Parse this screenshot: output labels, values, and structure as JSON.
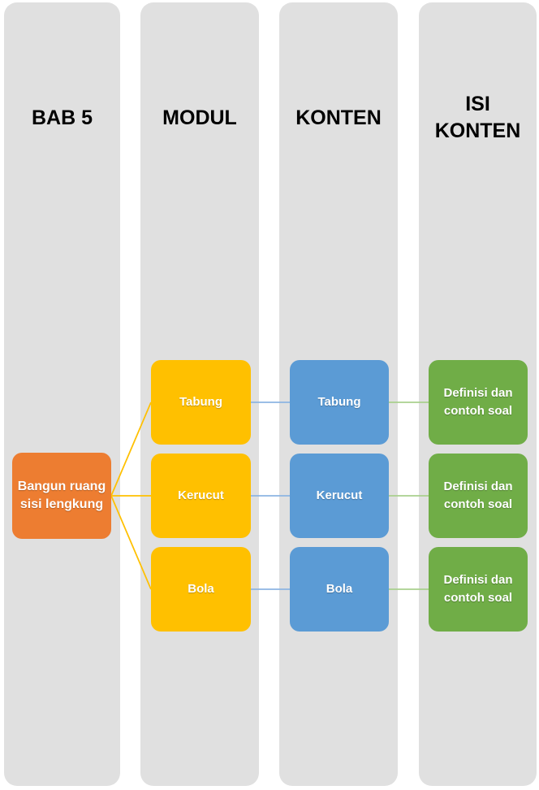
{
  "columns": [
    {
      "id": "bab5",
      "header": "BAB 5",
      "nodes": [
        {
          "label": "Bangun ruang sisi lengkung"
        }
      ]
    },
    {
      "id": "modul",
      "header": "MODUL",
      "nodes": [
        {
          "label": "Tabung"
        },
        {
          "label": "Kerucut"
        },
        {
          "label": "Bola"
        }
      ]
    },
    {
      "id": "konten",
      "header": "KONTEN",
      "nodes": [
        {
          "label": "Tabung"
        },
        {
          "label": "Kerucut"
        },
        {
          "label": "Bola"
        }
      ]
    },
    {
      "id": "isi_konten",
      "header": "ISI KONTEN",
      "nodes": [
        {
          "label": "Definisi dan contoh soal"
        },
        {
          "label": "Definisi dan contoh soal"
        },
        {
          "label": "Definisi dan contoh soal"
        }
      ]
    }
  ],
  "colors": {
    "column_bg": "#e0e0e0",
    "header_text": "#000000",
    "node_text": "#ffffff",
    "bab5_node_fill": "#ed7d31",
    "modul_node_fill": "#ffc000",
    "konten_node_fill": "#5b9bd5",
    "isi_node_fill": "#70ad47",
    "connector_gold": "#ffc000",
    "connector_blue": "#8db4e2",
    "connector_green": "#a9d18e"
  }
}
